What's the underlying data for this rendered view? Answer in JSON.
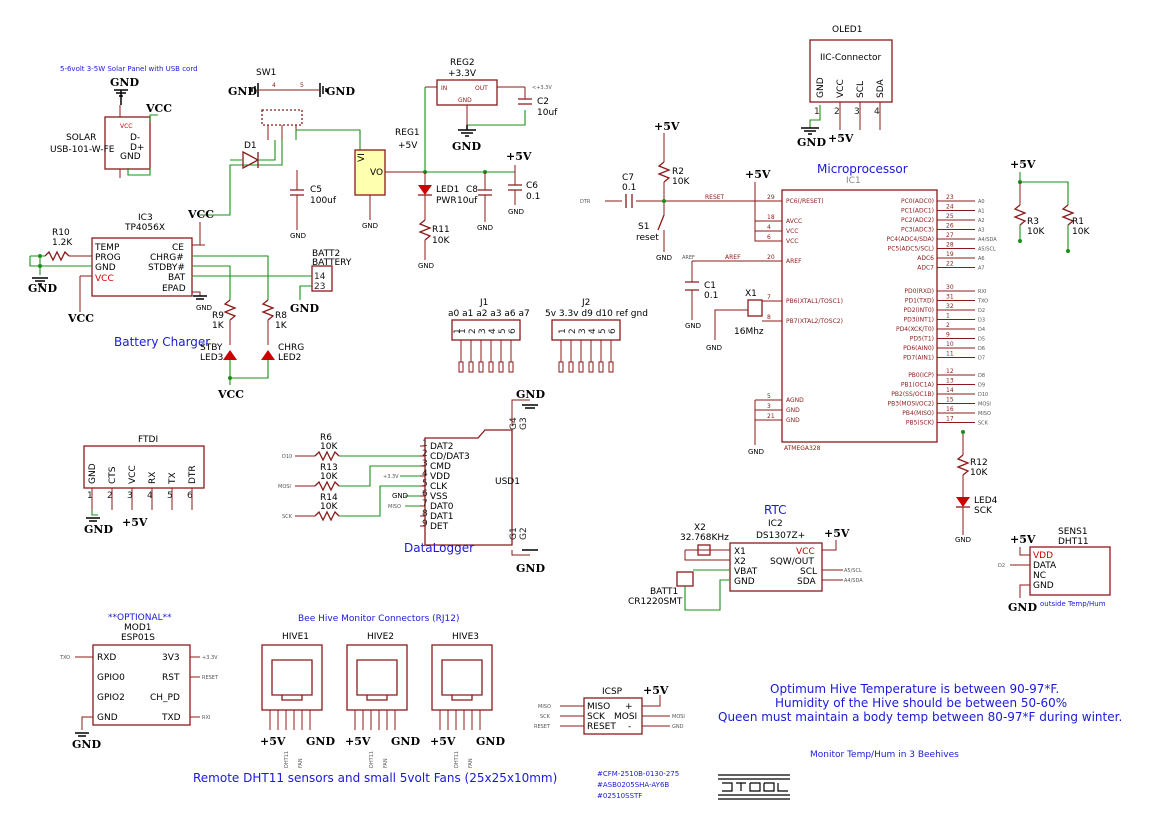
{
  "solar": {
    "note": "5-6volt 3-5W Solar Panel with USB cord",
    "ref": "SOLAR",
    "part": "USB-101-W-FE",
    "pins": [
      "VCC",
      "D-",
      "D+",
      "GND"
    ]
  },
  "sw1": {
    "ref": "SW1",
    "p4": "4",
    "p5": "5"
  },
  "reg2": {
    "ref": "REG2",
    "val": "+3.3V",
    "in": "IN",
    "out": "OUT",
    "gnd": "GND"
  },
  "c2": {
    "ref": "C2",
    "val": "10uf"
  },
  "reg1": {
    "ref": "REG1",
    "val": "+5V",
    "vi": "VI",
    "vo": "VO"
  },
  "d1": {
    "ref": "D1"
  },
  "c5": {
    "ref": "C5",
    "val": "100uf"
  },
  "led1": {
    "ref": "LED1",
    "val": "PWR"
  },
  "r11": {
    "ref": "R11",
    "val": "10K"
  },
  "c8": {
    "ref": "C8",
    "val": "10uf"
  },
  "c6": {
    "ref": "C6",
    "val": "0.1"
  },
  "ic3": {
    "ref": "IC3",
    "part": "TP4056X",
    "left": [
      "TEMP",
      "PROG",
      "GND",
      "VCC"
    ],
    "right": [
      "CE",
      "CHRG#",
      "STDBY#",
      "BAT",
      "EPAD"
    ]
  },
  "r10": {
    "ref": "R10",
    "val": "1.2K"
  },
  "batt2": {
    "ref": "BATT2",
    "val": "BATTERY"
  },
  "r9": {
    "ref": "R9",
    "val": "1K"
  },
  "r8": {
    "ref": "R8",
    "val": "1K"
  },
  "led3": {
    "ref": "LED3",
    "val": "STBY"
  },
  "led2": {
    "ref": "LED2",
    "val": "CHRG"
  },
  "charger_title": "Battery Charger",
  "j1": {
    "ref": "J1",
    "val": "a0 a1 a2 a3 a6 a7",
    "pins": [
      "1",
      "2",
      "3",
      "4",
      "5",
      "6"
    ]
  },
  "j2": {
    "ref": "J2",
    "val": "5v 3.3v d9 d10 ref gnd",
    "pins": [
      "1",
      "2",
      "3",
      "4",
      "5",
      "6"
    ]
  },
  "oled": {
    "ref": "OLED1",
    "part": "IIC-Connector",
    "pins": [
      "GND",
      "VCC",
      "SCL",
      "SDA"
    ],
    "nums": [
      "1",
      "2",
      "3",
      "4"
    ]
  },
  "micro_title": "Microprocessor",
  "ic1": {
    "ref": "IC1",
    "part": "ATMEGA328",
    "left": [
      "PC6(/RESET)",
      "AVCC",
      "VCC",
      "VCC",
      "AREF",
      "PB6(XTAL1/TOSC1)",
      "PB7(XTAL2/TOSC2)",
      "AGND",
      "GND",
      "GND"
    ],
    "leftnum": [
      "29",
      "18",
      "4",
      "6",
      "20",
      "7",
      "8",
      "5",
      "3",
      "21"
    ],
    "right": [
      "PC0(ADC0)",
      "PC1(ADC1)",
      "PC2(ADC2)",
      "PC3(ADC3)",
      "PC4(ADC4/SDA)",
      "PC5(ADC5/SCL)",
      "ADC6",
      "ADC7",
      "PD0(RXD)",
      "PD1(TXD)",
      "PD2(INT0)",
      "PD3(INT1)",
      "PD4(XCK/T0)",
      "PD5(T1)",
      "PD6(AIN0)",
      "PD7(AIN1)",
      "PB0(ICP)",
      "PB1(OC1A)",
      "PB2(SS/OC1B)",
      "PB3(MOSI/OC2)",
      "PB4(MISO)",
      "PB5(SCK)"
    ],
    "rightnum": [
      "23",
      "24",
      "25",
      "26",
      "27",
      "28",
      "19",
      "22",
      "30",
      "31",
      "32",
      "1",
      "2",
      "9",
      "10",
      "11",
      "12",
      "13",
      "14",
      "15",
      "16",
      "17"
    ],
    "rnets": [
      "A0",
      "A1",
      "A2",
      "A3",
      "A4/SDA",
      "A5/SCL",
      "A6",
      "A7",
      "RXI",
      "TXO",
      "D2",
      "D3",
      "D4",
      "D5",
      "D6",
      "D7",
      "D8",
      "D9",
      "D10",
      "MOSI",
      "MISO",
      "SCK"
    ]
  },
  "c7": {
    "ref": "C7",
    "val": "0.1"
  },
  "r2": {
    "ref": "R2",
    "val": "10K"
  },
  "s1": {
    "ref": "S1",
    "val": "reset"
  },
  "c1": {
    "ref": "C1",
    "val": "0.1"
  },
  "x1": {
    "ref": "X1",
    "val": "16Mhz"
  },
  "r3": {
    "ref": "R3",
    "val": "10K"
  },
  "r1": {
    "ref": "R1",
    "val": "10K"
  },
  "r12": {
    "ref": "R12",
    "val": "10K"
  },
  "led4": {
    "ref": "LED4",
    "val": "SCK"
  },
  "ftdi": {
    "ref": "FTDI",
    "pins": [
      "GND",
      "CTS",
      "VCC",
      "RX",
      "TX",
      "DTR"
    ],
    "nums": [
      "1",
      "2",
      "3",
      "4",
      "5",
      "6"
    ]
  },
  "usd1": {
    "ref": "USD1",
    "pins": [
      "DAT2",
      "CD/DAT3",
      "CMD",
      "VDD",
      "CLK",
      "VSS",
      "DAT0",
      "DAT1",
      "DET"
    ],
    "nums": [
      "1",
      "2",
      "3",
      "4",
      "5",
      "6",
      "7",
      "8",
      "9"
    ],
    "gnd": [
      "G4",
      "G3",
      "G1",
      "G2"
    ]
  },
  "r6": {
    "ref": "R6",
    "val": "10K"
  },
  "r13": {
    "ref": "R13",
    "val": "10K"
  },
  "r14": {
    "ref": "R14",
    "val": "10K"
  },
  "logger_title": "DataLogger",
  "rtc_title": "RTC",
  "x2": {
    "ref": "X2",
    "val": "32.768KHz"
  },
  "ic2": {
    "ref": "IC2",
    "part": "DS1307Z+",
    "left": [
      "X1",
      "X2",
      "VBAT",
      "GND"
    ],
    "right": [
      "VCC",
      "SQW/OUT",
      "SCL",
      "SDA"
    ]
  },
  "batt1": {
    "ref": "BATT1",
    "val": "CR1220SMT"
  },
  "sens1": {
    "ref": "SENS1",
    "part": "DHT11",
    "pins": [
      "VDD",
      "DATA",
      "NC",
      "GND"
    ],
    "note": "outside Temp/Hum"
  },
  "mod1": {
    "opt": "**OPTIONAL**",
    "ref": "MOD1",
    "part": "ESP01S",
    "left": [
      "RXD",
      "GPIO0",
      "GPIO2",
      "GND"
    ],
    "right": [
      "3V3",
      "RST",
      "CH_PD",
      "TXD"
    ]
  },
  "hive_title": "Bee Hive Monitor Connectors (RJ12)",
  "hives": [
    "HIVE1",
    "HIVE2",
    "HIVE3"
  ],
  "hive_sub": [
    "DHT11",
    "FAN"
  ],
  "icsp": {
    "ref": "ICSP",
    "pins": [
      "MISO",
      "SCK",
      "RESET",
      "+",
      "MOSI",
      "-"
    ]
  },
  "notes": [
    "Optimum Hive Temperature is between 90-97*F.",
    "Humidity of the Hive should be between 50-60%",
    "Queen must maintain a body temp between 80-97*F during winter."
  ],
  "monitor": "Monitor Temp/Hum in 3 Beehives",
  "remote": "Remote DHT11 sensors and small 5volt Fans (25x25x10mm)",
  "fan_parts": [
    "#CFM-2510B-0130-275",
    "#ASB0205SHA-AY6B",
    "#02510SSTF"
  ],
  "power": {
    "gnd": "GND",
    "vcc": "VCC",
    "p5": "+5V",
    "p33": "+3.3V"
  },
  "misc": {
    "reset": "RESET",
    "aref": "AREF",
    "dtr": "DTR"
  }
}
